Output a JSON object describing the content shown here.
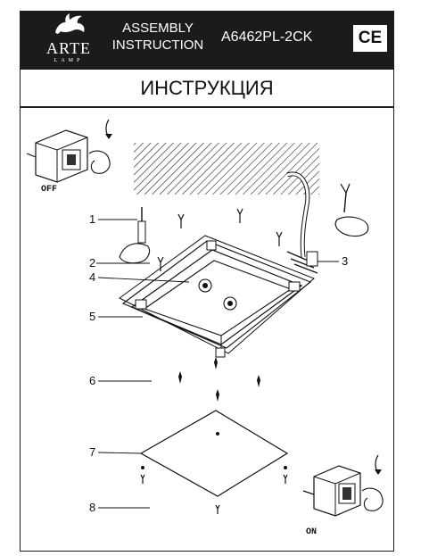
{
  "header": {
    "logo_word": "ARTE",
    "logo_sub": "LAMP",
    "doc_type_line1": "ASSEMBLY",
    "doc_type_line2": "INSTRUCTION",
    "model": "A6462PL-2CK",
    "cert_mark": "CE"
  },
  "title": "ИНСТРУКЦИЯ",
  "diagram": {
    "switch_off_label": "OFF",
    "switch_on_label": "ON",
    "callouts": [
      "1",
      "2",
      "3",
      "4",
      "5",
      "6",
      "7",
      "8"
    ]
  }
}
